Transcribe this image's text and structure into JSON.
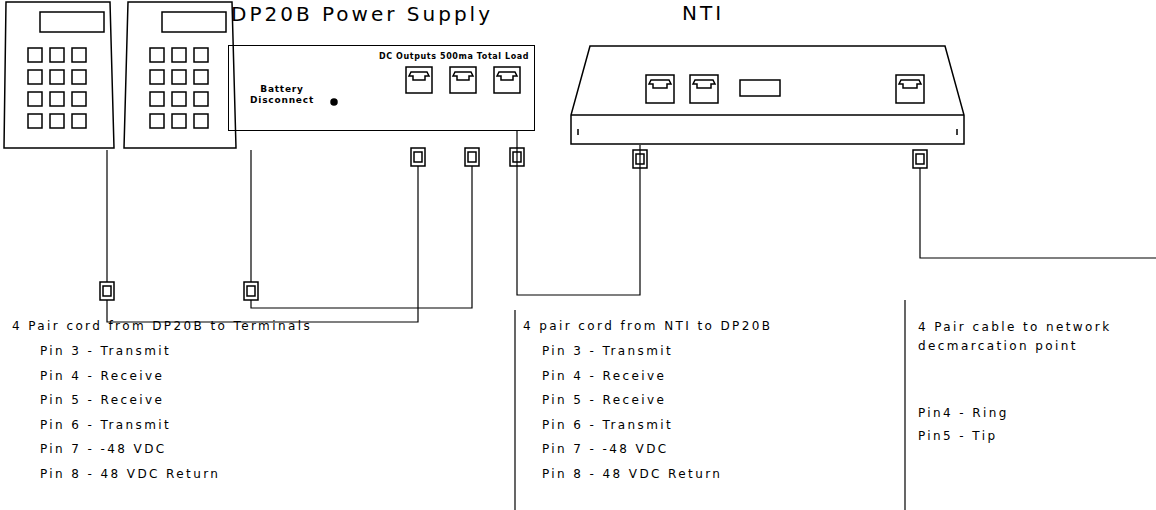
{
  "diagram": {
    "nodes": [
      {
        "text": [
          "DP20B Power Supply",
          "DC Outputs 500ma Total Load",
          "Battery Disconnect"
        ]
      },
      {
        "text": [
          "NTI"
        ]
      }
    ],
    "edges": [
      {
        "from": 1,
        "to": 0,
        "arrow": "none"
      }
    ],
    "labels": [
      "4 Pair cord from DP20B to Terminals",
      "Pin 3 - Transmit",
      "Pin 4 - Receive",
      "Pin 5 - Receive",
      "Pin 6 - Transmit",
      "Pin 7 - -48 VDC",
      "Pin 8 - 48 VDC Return",
      "4 pair cord from NTI to DP20B",
      "Pin 3 - Transmit",
      "Pin 4 - Receive",
      "Pin 5 - Receive",
      "Pin 6 - Transmit",
      "Pin 7 - -48 VDC",
      "Pin 8 - 48 VDC Return",
      "4 Pair cable to network decmarcation point",
      "Pin4 - Ring",
      "Pin5 - Tip"
    ]
  }
}
